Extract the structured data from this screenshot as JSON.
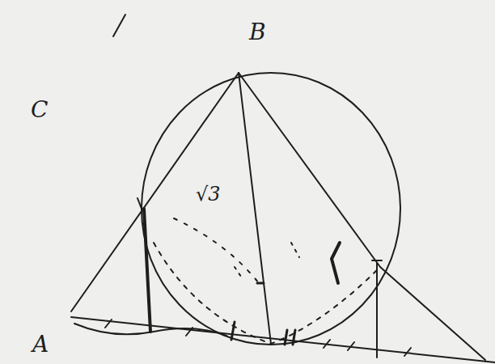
{
  "diagram": {
    "labels": [
      "B",
      "C",
      "√3",
      "A"
    ]
  }
}
